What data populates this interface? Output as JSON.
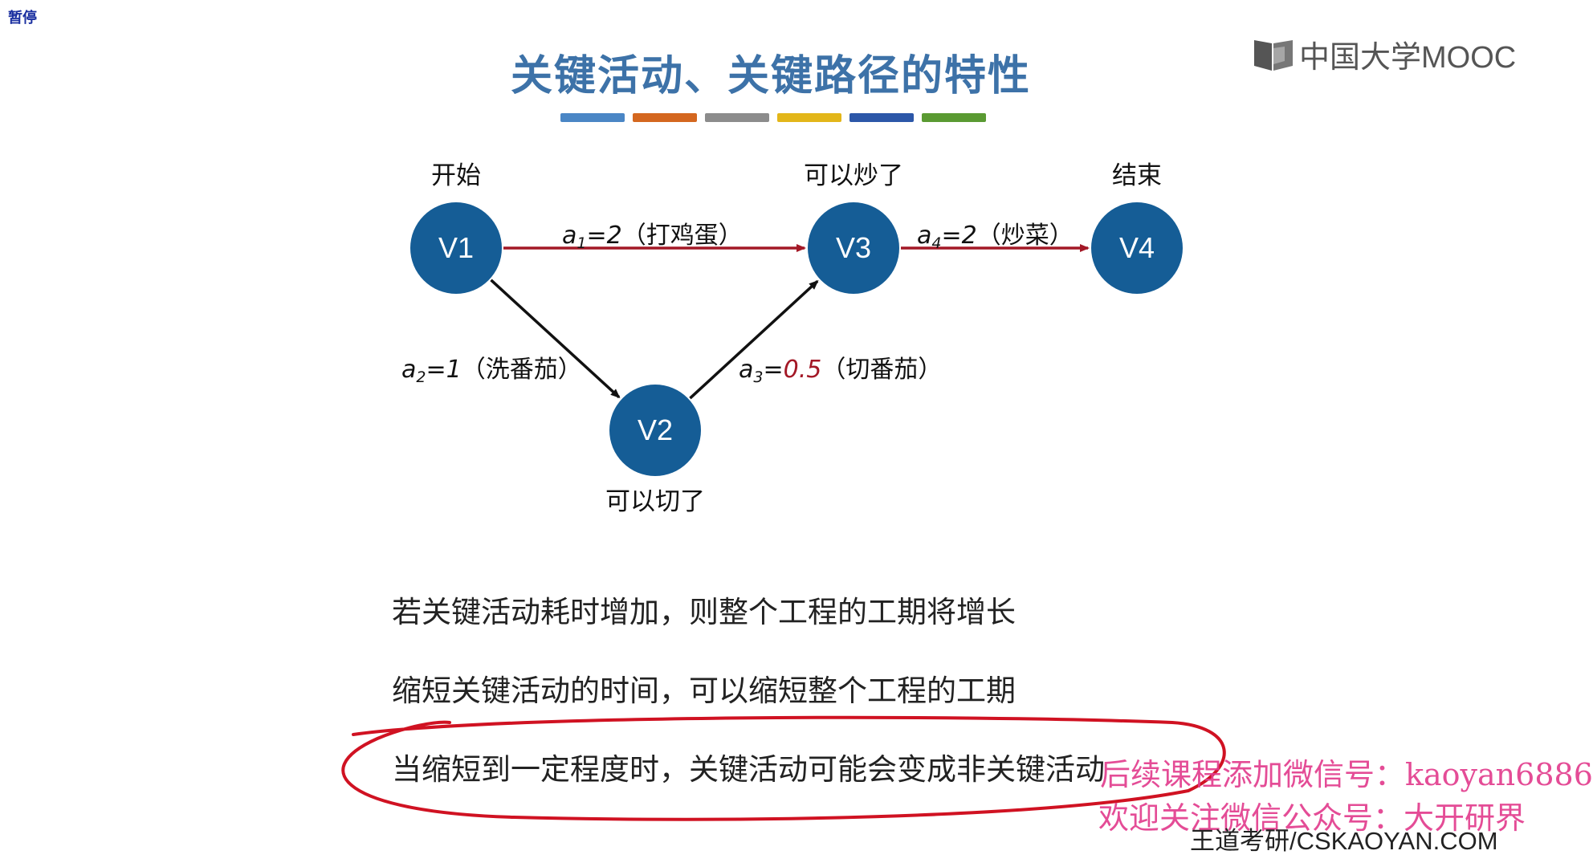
{
  "player": {
    "pause_label": "暂停"
  },
  "logo": {
    "text": "中国大学MOOC",
    "icon": "mooc-book-icon"
  },
  "slide": {
    "title": "关键活动、关键路径的特性",
    "color_bars": [
      "#4a86c5",
      "#d4671f",
      "#8c8c8c",
      "#e3b619",
      "#2c57a8",
      "#5a9a32"
    ]
  },
  "graph": {
    "node_color": "#155d96",
    "critical_edge_color": "#a31826",
    "normal_edge_color": "#111111",
    "nodes": [
      {
        "id": "V1",
        "label": "V1",
        "caption": "开始"
      },
      {
        "id": "V2",
        "label": "V2",
        "caption": "可以切了"
      },
      {
        "id": "V3",
        "label": "V3",
        "caption": "可以炒了"
      },
      {
        "id": "V4",
        "label": "V4",
        "caption": "结束"
      }
    ],
    "edges": [
      {
        "from": "V1",
        "to": "V3",
        "var": "a",
        "sub": "1",
        "eq": "=",
        "value": "2",
        "task": "（打鸡蛋）",
        "critical": true
      },
      {
        "from": "V1",
        "to": "V2",
        "var": "a",
        "sub": "2",
        "eq": "=",
        "value": "1",
        "task": "（洗番茄）",
        "critical": false
      },
      {
        "from": "V2",
        "to": "V3",
        "var": "a",
        "sub": "3",
        "eq": "=",
        "value": "0.5",
        "task": "（切番茄）",
        "critical": false,
        "value_color": "#a31826"
      },
      {
        "from": "V3",
        "to": "V4",
        "var": "a",
        "sub": "4",
        "eq": "=",
        "value": "2",
        "task": "（炒菜）",
        "critical": true
      }
    ]
  },
  "statements": [
    "若关键活动耗时增加，则整个工程的工期将增长",
    "缩短关键活动的时间，可以缩短整个工程的工期",
    "当缩短到一定程度时，关键活动可能会变成非关键活动"
  ],
  "annotation": {
    "type": "hand-drawn-ellipse",
    "color": "#d01222",
    "target": "statements.2"
  },
  "watermark": {
    "line1": "后续课程添加微信号：kaoyan6886",
    "line2": "欢迎关注微信公众号：大开研界",
    "site": "王道考研/CSKAOYAN.COM"
  }
}
